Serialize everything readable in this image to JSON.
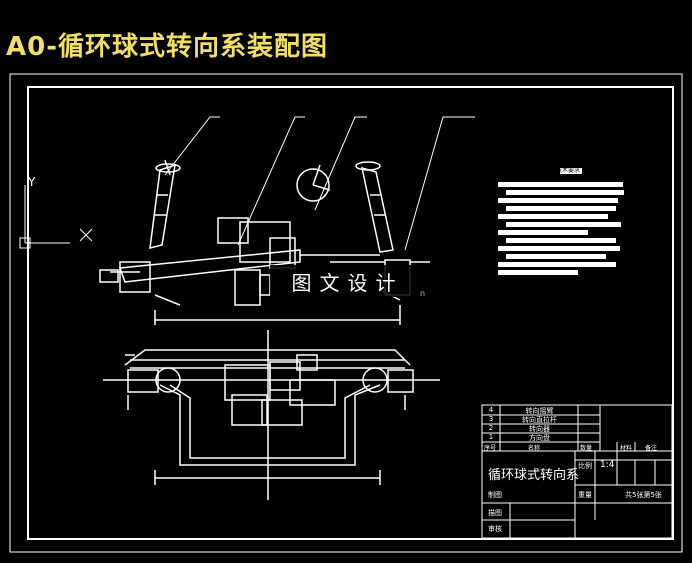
{
  "page": {
    "title": "A0-循环球式转向系装配图",
    "watermark": "图文设计",
    "watermark_url": "n"
  },
  "ucs": {
    "y_label": "Y",
    "x_label": "X"
  },
  "notes": {
    "heading": "技术要求"
  },
  "parts_list": [
    {
      "no": "4",
      "name": "转向摇臂"
    },
    {
      "no": "3",
      "name": "转向直拉杆"
    },
    {
      "no": "2",
      "name": "转向器"
    },
    {
      "no": "1",
      "name": "方向盘"
    }
  ],
  "title_block": {
    "drawing_name": "循环球式转向系",
    "scale_label": "比例",
    "scale_value": "1:4",
    "sheet_text": "共5张第5张",
    "header_cols": [
      "序号",
      "名称",
      "数量",
      "材料",
      "备注"
    ],
    "row_labels": [
      "制图",
      "描图",
      "审核"
    ],
    "qty_label": "重量"
  },
  "colors": {
    "line": "#ffffff",
    "title": "#f2df63",
    "background": "#000000"
  }
}
